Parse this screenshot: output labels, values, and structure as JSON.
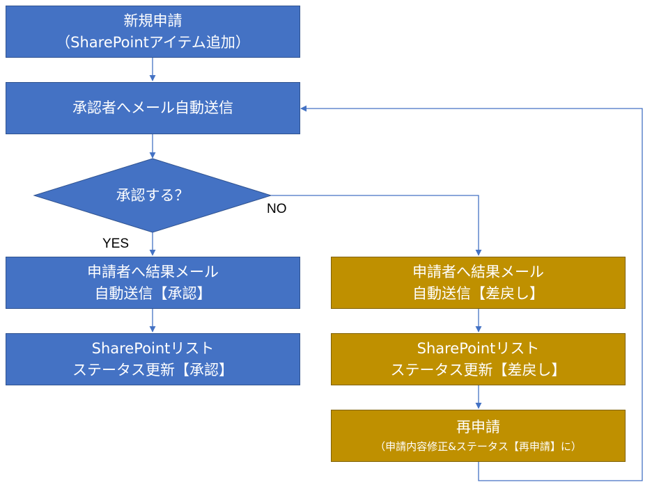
{
  "nodes": {
    "new_request": {
      "line1": "新規申請",
      "line2": "（SharePointアイテム追加）"
    },
    "send_approver": {
      "line1": "承認者へメール自動送信"
    },
    "decision": {
      "label": "承認する？"
    },
    "result_approved": {
      "line1": "申請者へ結果メール",
      "line2": "自動送信【承認】"
    },
    "list_approved": {
      "line1": "SharePointリスト",
      "line2": "ステータス更新【承認】"
    },
    "result_rejected": {
      "line1": "申請者へ結果メール",
      "line2": "自動送信【差戻し】"
    },
    "list_rejected": {
      "line1": "SharePointリスト",
      "line2": "ステータス更新【差戻し】"
    },
    "resubmit": {
      "line1": "再申請",
      "line2": "（申請内容修正&ステータス【再申請】に）"
    }
  },
  "edges": {
    "yes_label": "YES",
    "no_label": "NO"
  },
  "colors": {
    "blue": "#4472c4",
    "gold": "#bf9000",
    "connector": "#4472c4"
  }
}
